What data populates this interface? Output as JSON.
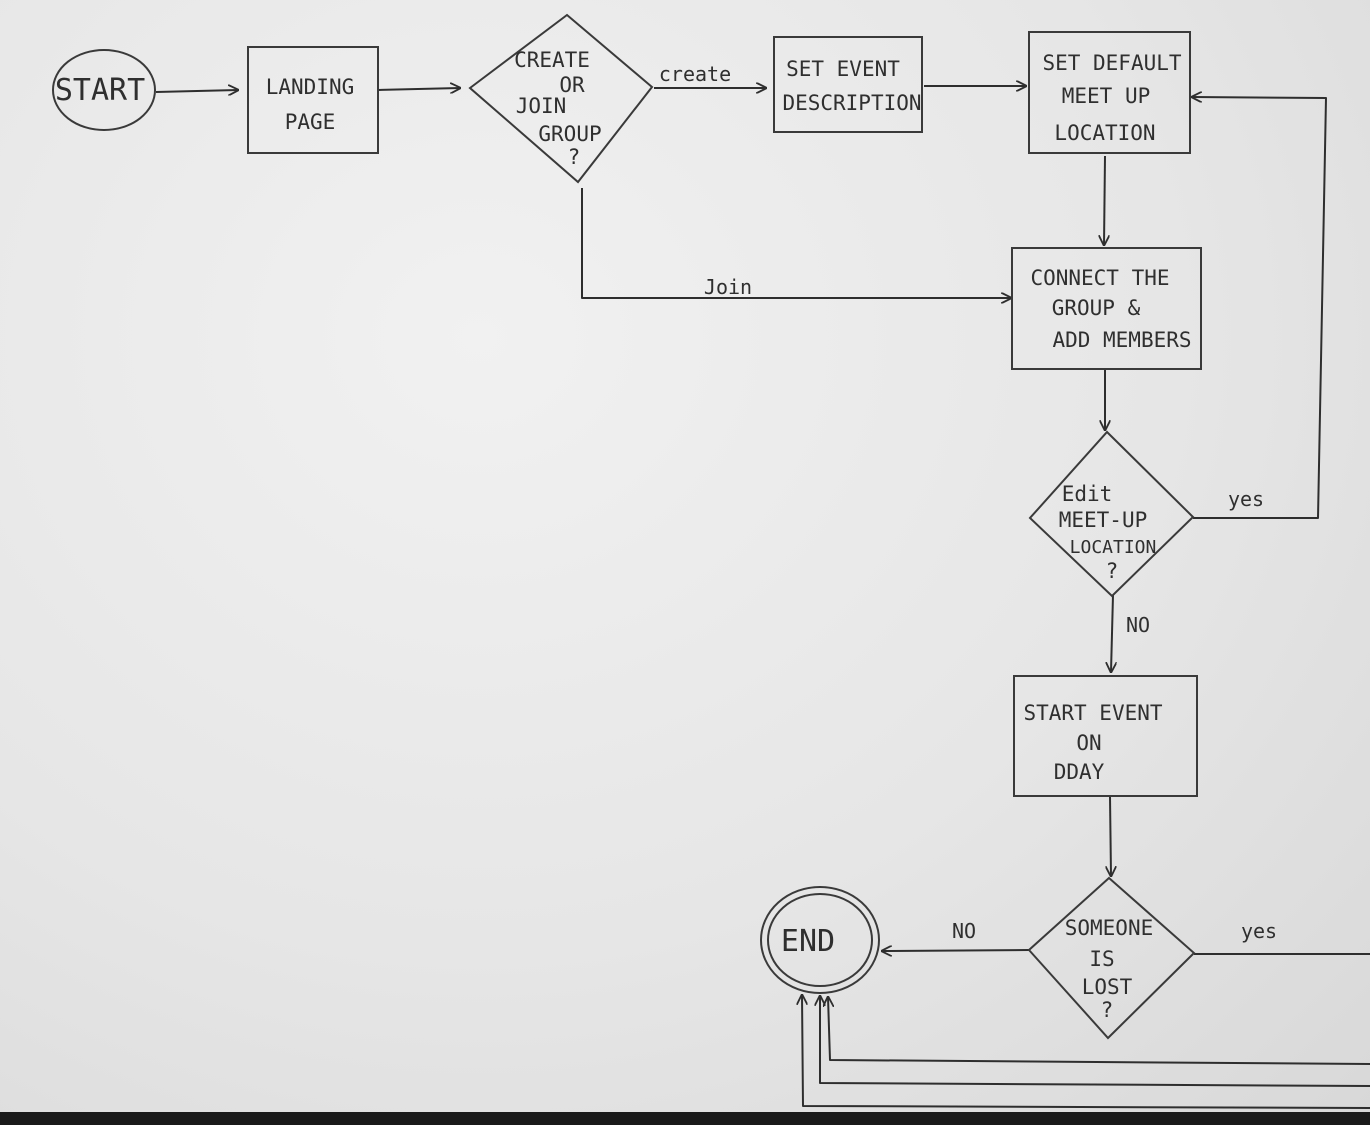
{
  "nodes": {
    "start": "START",
    "landing_page": [
      "LANDING",
      "PAGE"
    ],
    "create_or_join": [
      "CREATE",
      "OR",
      "JOIN",
      "GROUP",
      "?"
    ],
    "set_event_description": [
      "SET EVENT",
      "DESCRIPTION"
    ],
    "set_default_meetup": [
      "SET DEFAULT",
      "MEET UP",
      "LOCATION"
    ],
    "connect_group": [
      "CONNECT THE",
      "GROUP &",
      "ADD MEMBERS"
    ],
    "edit_meetup": [
      "Edit",
      "MEET-UP",
      "LOCATION",
      "?"
    ],
    "start_event": [
      "START EVENT",
      "ON",
      "DDAY"
    ],
    "someone_lost": [
      "SOMEONE",
      "IS",
      "LOST",
      "?"
    ],
    "end": "END"
  },
  "edges": {
    "create": "create",
    "join": "Join",
    "edit_yes": "yes",
    "edit_no": "NO",
    "lost_no": "NO",
    "lost_yes": "yes"
  },
  "colors": {
    "ink": "#2e2e2e",
    "paper": "#ececec"
  }
}
